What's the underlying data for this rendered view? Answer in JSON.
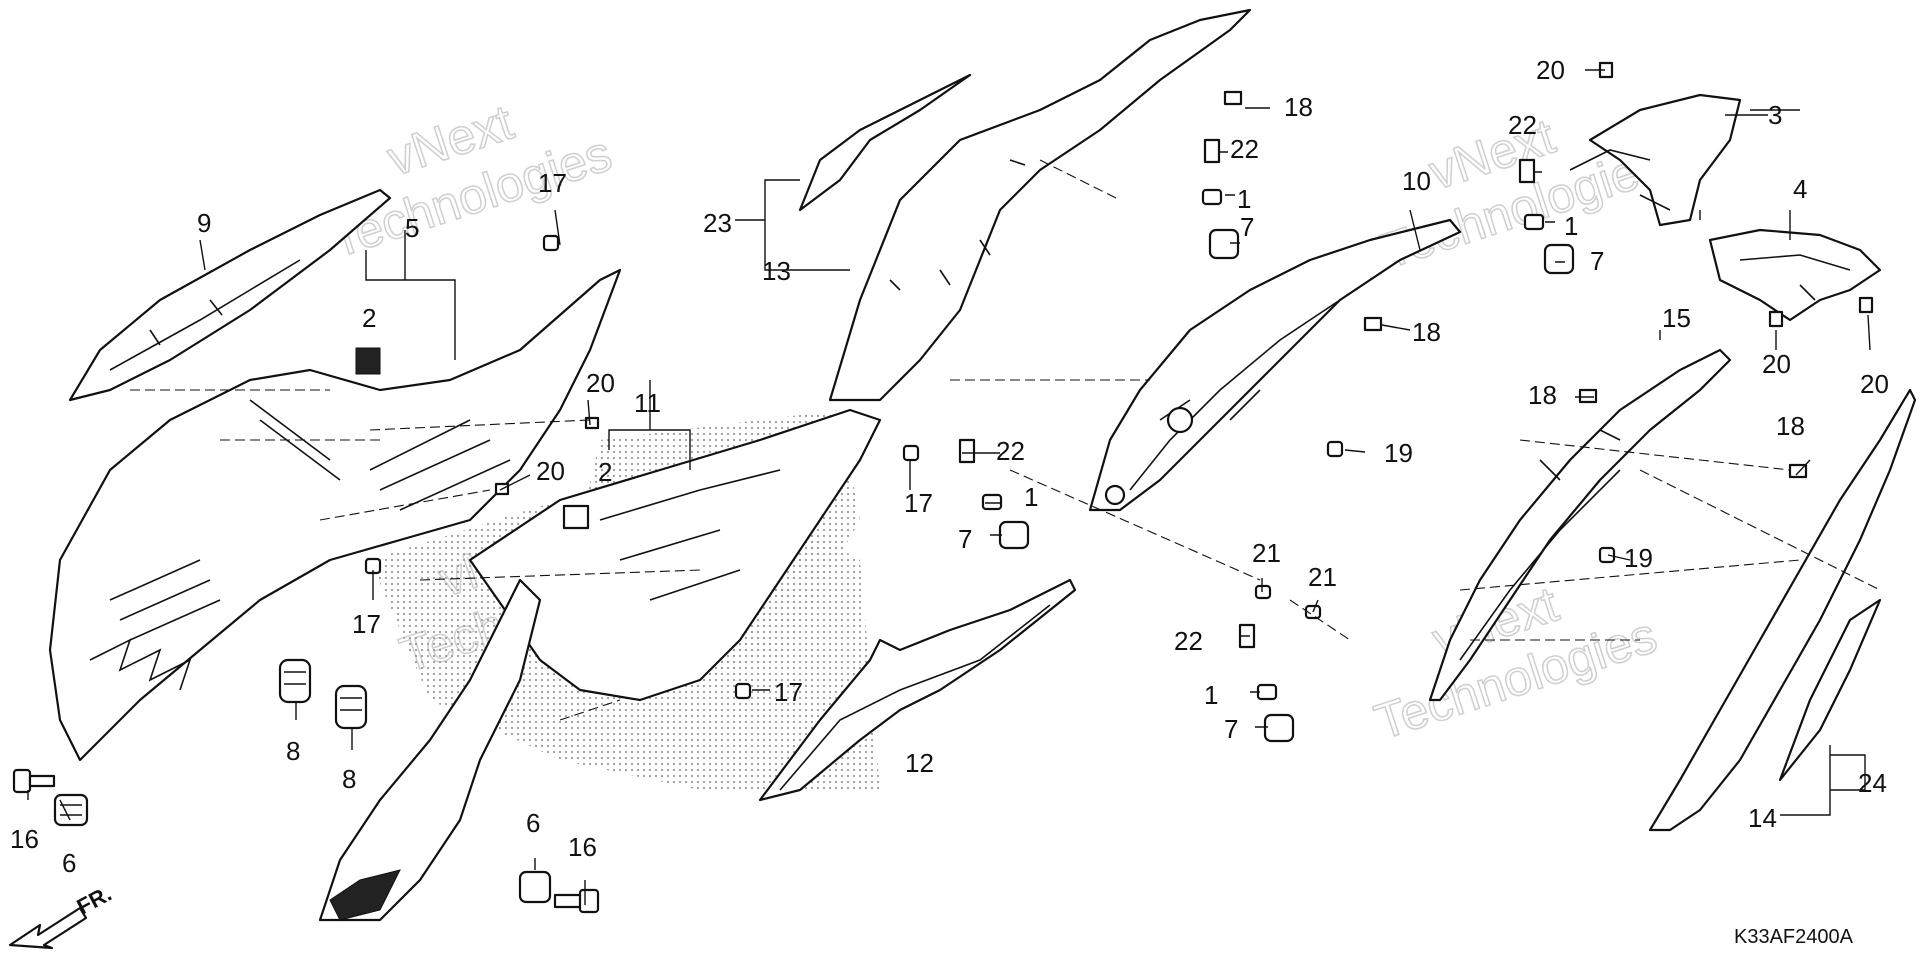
{
  "diagram": {
    "code": "K33AF2400A",
    "direction_label": "FR.",
    "watermark": {
      "line1": "vNext",
      "line2": "Technologies"
    },
    "callouts": {
      "c1a": "1",
      "c1b": "1",
      "c1c": "1",
      "c1d": "1",
      "c2a": "2",
      "c2b": "2",
      "c3": "3",
      "c4": "4",
      "c5": "5",
      "c6a": "6",
      "c6b": "6",
      "c7a": "7",
      "c7b": "7",
      "c7c": "7",
      "c7d": "7",
      "c8a": "8",
      "c8b": "8",
      "c9": "9",
      "c10": "10",
      "c11": "11",
      "c12": "12",
      "c13": "13",
      "c14": "14",
      "c15": "15",
      "c16a": "16",
      "c16b": "16",
      "c17a": "17",
      "c17b": "17",
      "c17c": "17",
      "c17d": "17",
      "c18a": "18",
      "c18b": "18",
      "c18c": "18",
      "c18d": "18",
      "c19a": "19",
      "c19b": "19",
      "c20a": "20",
      "c20b": "20",
      "c20c": "20",
      "c20d": "20",
      "c20e": "20",
      "c21a": "21",
      "c21b": "21",
      "c22a": "22",
      "c22b": "22",
      "c22c": "22",
      "c22d": "22",
      "c23": "23",
      "c24": "24"
    }
  }
}
